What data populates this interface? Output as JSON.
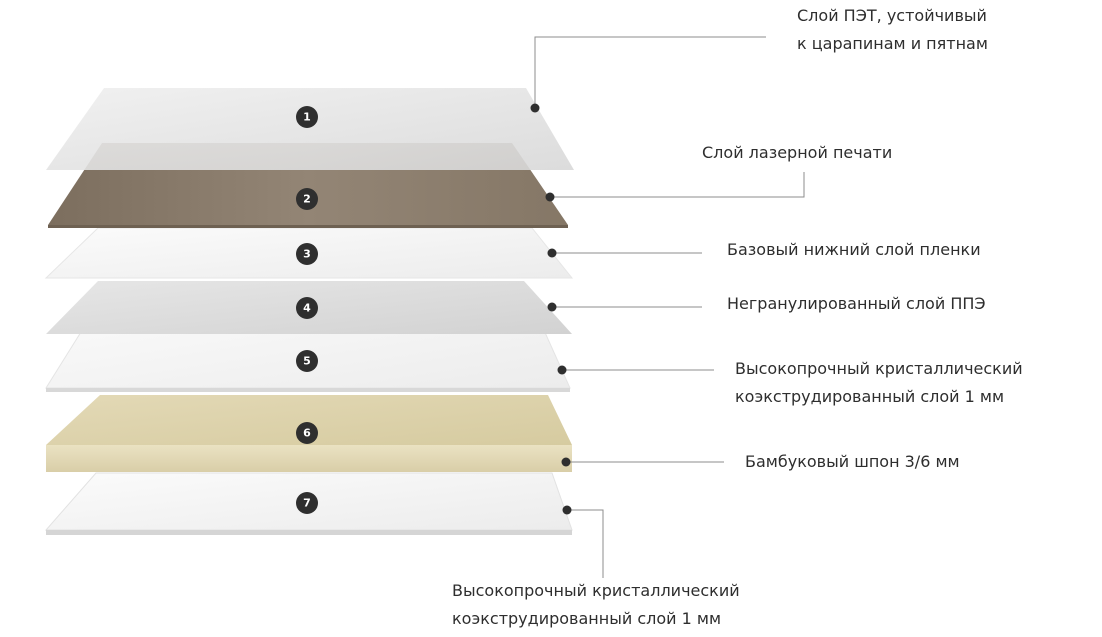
{
  "layers": [
    {
      "number": "1",
      "label_lines": [
        "Слой ПЭТ, устойчивый",
        "к царапинам и пятнам"
      ]
    },
    {
      "number": "2",
      "label_lines": [
        "Слой лазерной печати"
      ]
    },
    {
      "number": "3",
      "label_lines": [
        "Базовый нижний слой пленки"
      ]
    },
    {
      "number": "4",
      "label_lines": [
        "Негранулированный слой ППЭ"
      ]
    },
    {
      "number": "5",
      "label_lines": [
        "Высокопрочный кристаллический",
        "коэкструдированный слой 1 мм"
      ]
    },
    {
      "number": "6",
      "label_lines": [
        "Бамбуковый шпон 3/6 мм"
      ]
    },
    {
      "number": "7",
      "label_lines": [
        "Высокопрочный кристаллический",
        "коэкструдированный слой 1 мм"
      ]
    }
  ],
  "colors": {
    "pet": "#e4e4e4",
    "print": "#8b7d6c",
    "film": "#f4f4f4",
    "ppe": "#dcdcdc",
    "crystal": "#f7f7f7",
    "bamboo": "#ddd3ad",
    "badge": "#2f2f2f",
    "leader": "#8c8c8c"
  }
}
